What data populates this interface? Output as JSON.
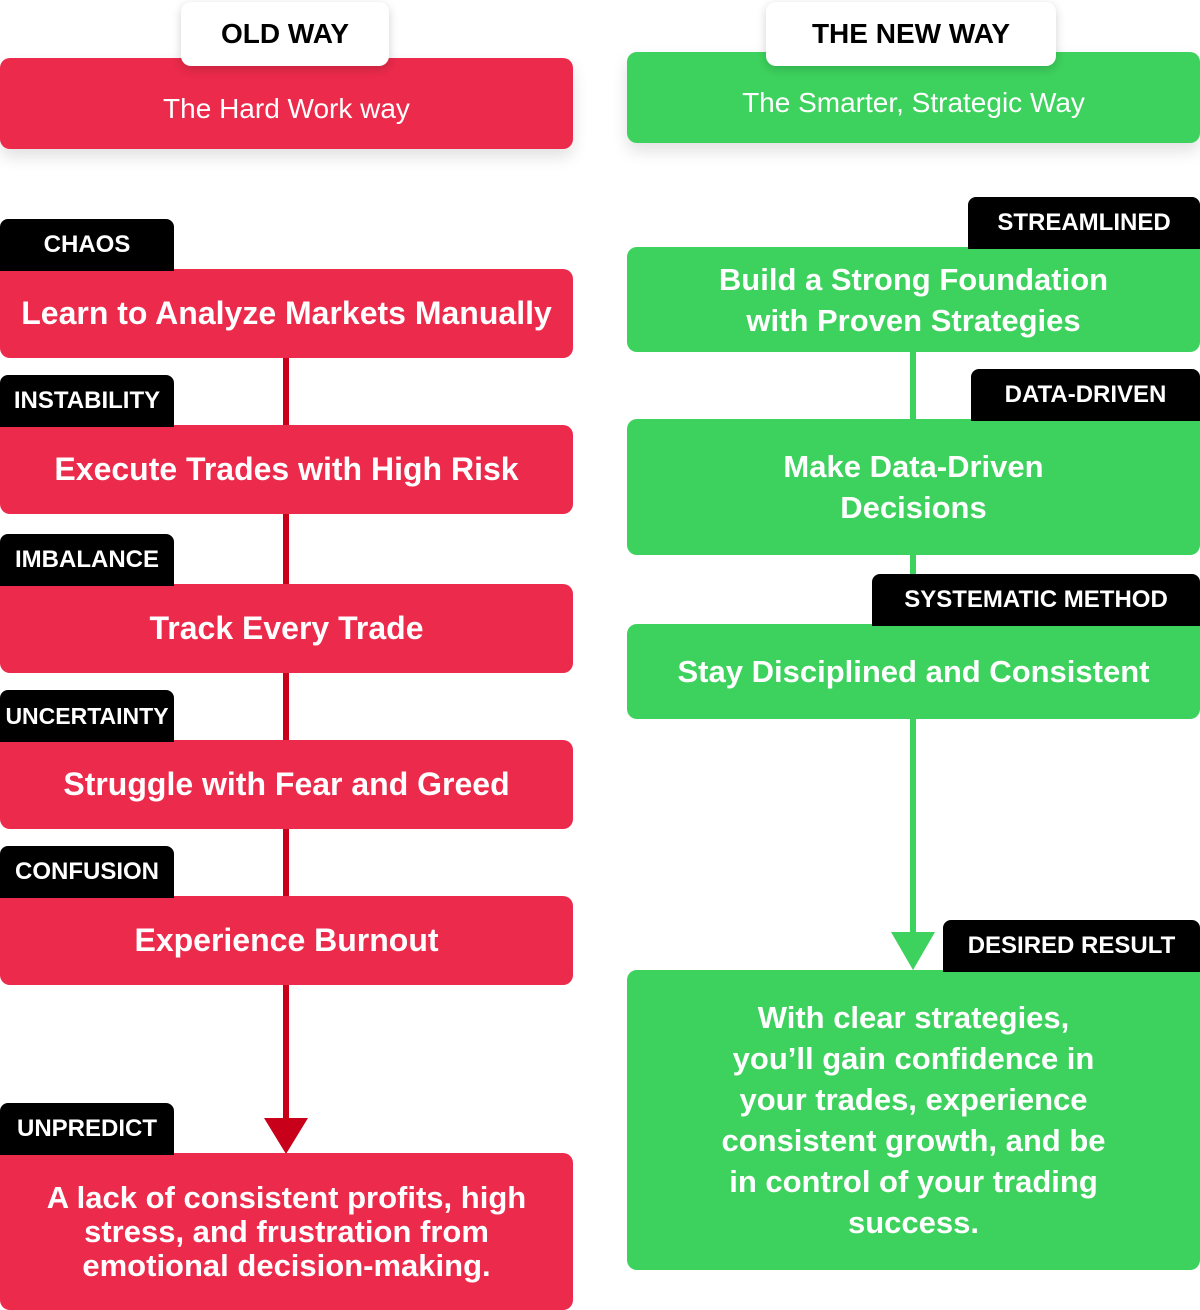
{
  "old": {
    "heading": "OLD WAY",
    "subtitle": "The Hard Work way",
    "steps": [
      {
        "tag": "CHAOS",
        "text": "Learn to Analyze Markets Manually"
      },
      {
        "tag": "INSTABILITY",
        "text": "Execute Trades with High Risk"
      },
      {
        "tag": "IMBALANCE",
        "text": "Track Every Trade"
      },
      {
        "tag": "UNCERTAINTY",
        "text": "Struggle with Fear and Greed"
      },
      {
        "tag": "CONFUSION",
        "text": "Experience Burnout"
      }
    ],
    "result": {
      "tag": "UNPREDICT",
      "text": "A lack of consistent profits, high stress, and frustration from emotional decision-making."
    }
  },
  "new": {
    "heading": "THE NEW WAY",
    "subtitle": "The Smarter, Strategic Way",
    "steps": [
      {
        "tag": "STREAMLINED",
        "text": "Build a Strong Foundation with Proven Strategies"
      },
      {
        "tag": "DATA-DRIVEN",
        "text": "Make Data-Driven Decisions"
      },
      {
        "tag": "SYSTEMATIC METHOD",
        "text": "Stay Disciplined and Consistent"
      }
    ],
    "result": {
      "tag": "DESIRED RESULT",
      "text": "With clear strategies, you’ll gain confidence in your trades, experience consistent growth, and be in control of your trading success."
    }
  },
  "colors": {
    "old": "#ec2a4b",
    "new": "#3dd25d",
    "old_line": "#c8001a",
    "tag": "#000000"
  }
}
